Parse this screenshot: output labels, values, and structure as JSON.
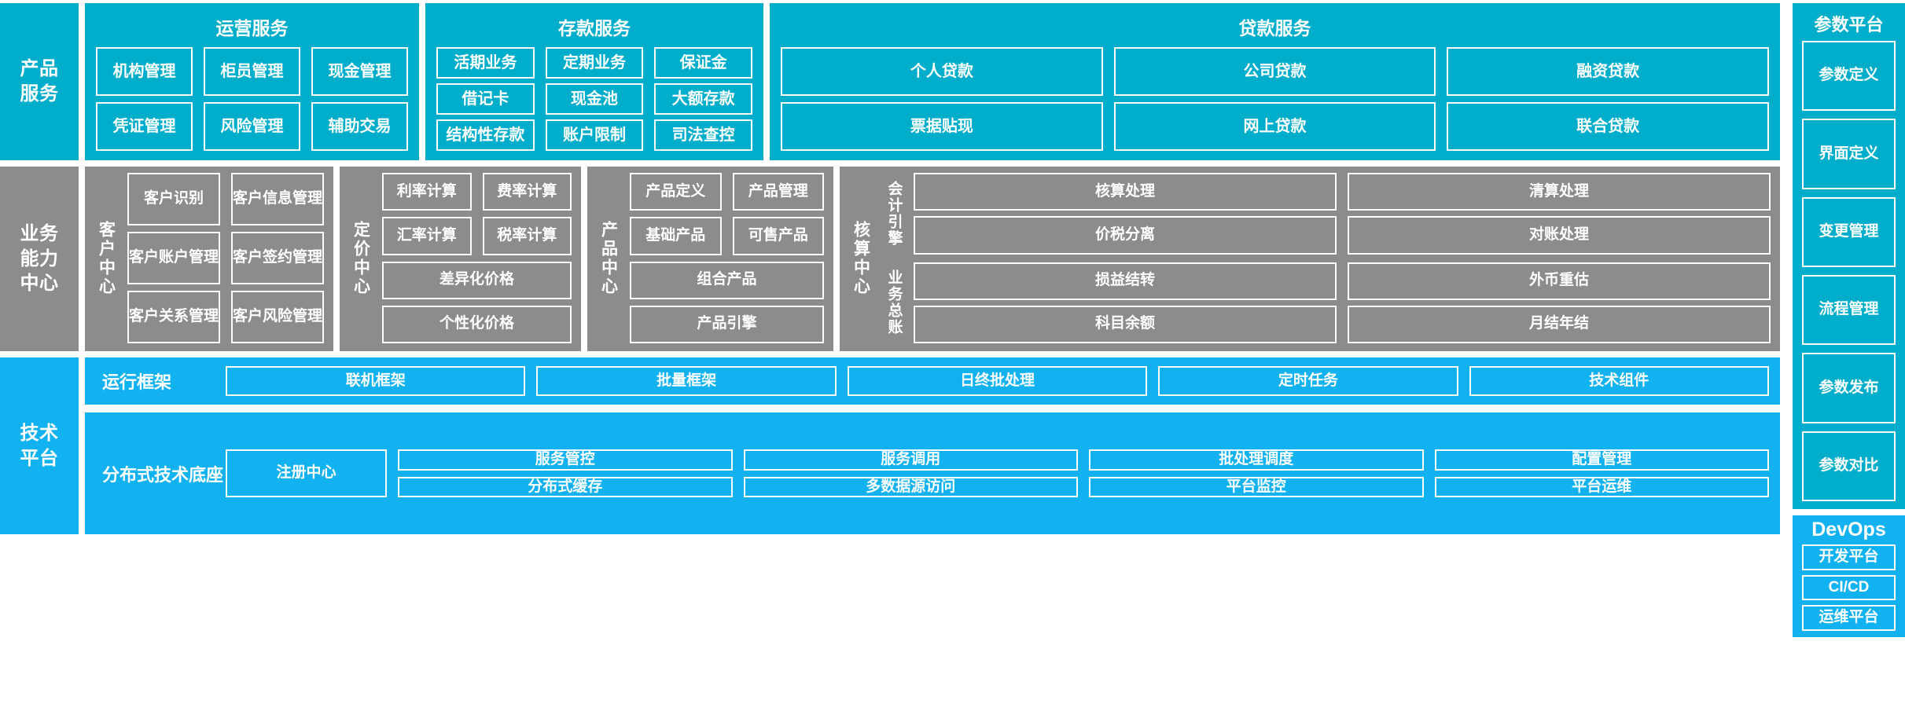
{
  "layers": {
    "product_services": "产品\n服务",
    "business_capability": "业务\n能力\n中心",
    "technical_platform": "技术\n平台"
  },
  "product_services": {
    "groups": [
      {
        "title": "运营服务",
        "tiles": [
          "机构管理",
          "柜员管理",
          "现金管理",
          "凭证管理",
          "风险管理",
          "辅助交易"
        ]
      },
      {
        "title": "存款服务",
        "tiles": [
          "活期业务",
          "定期业务",
          "保证金",
          "借记卡",
          "现金池",
          "大额存款",
          "结构性存款",
          "账户限制",
          "司法查控"
        ]
      },
      {
        "title": "贷款服务",
        "tiles": [
          "个人贷款",
          "公司贷款",
          "融资贷款",
          "票据贴现",
          "网上贷款",
          "联合贷款"
        ]
      }
    ]
  },
  "param_platform": {
    "title": "参数平台",
    "tiles": [
      "参数定义",
      "界面定义",
      "变更管理",
      "流程管理",
      "参数发布",
      "参数对比"
    ]
  },
  "devops": {
    "title": "DevOps",
    "tiles": [
      "开发平台",
      "CI/CD",
      "运维平台"
    ]
  },
  "business_capability": {
    "centers": [
      {
        "label": "客户中心",
        "tiles": [
          "客户识别",
          "客户信息管理",
          "客户账户管理",
          "客户签约管理",
          "客户关系管理",
          "客户风险管理"
        ]
      },
      {
        "label": "定价中心",
        "tiles": [
          "利率计算",
          "费率计算",
          "汇率计算",
          "税率计算"
        ],
        "wide_tiles": [
          "差异化价格",
          "个性化价格"
        ]
      },
      {
        "label": "产品中心",
        "tiles": [
          "产品定义",
          "产品管理",
          "基础产品",
          "可售产品"
        ],
        "wide_tiles": [
          "组合产品",
          "产品引擎"
        ]
      },
      {
        "label": "核算中心",
        "subgroups": [
          {
            "label": "会计引擎",
            "tiles": [
              "核算处理",
              "清算处理",
              "价税分离",
              "对账处理"
            ]
          },
          {
            "label": "业务总账",
            "tiles": [
              "损益结转",
              "外币重估",
              "科目余额",
              "月结年结"
            ]
          }
        ]
      }
    ]
  },
  "technical_platform": {
    "rows": [
      {
        "label": "运行框架",
        "tiles": [
          "联机框架",
          "批量框架",
          "日终批处理",
          "定时任务",
          "技术组件"
        ]
      },
      {
        "label": "分布式技术底座",
        "primary": "注册中心",
        "tiles": [
          "服务管控",
          "服务调用",
          "批处理调度",
          "配置管理",
          "分布式缓存",
          "多数据源访问",
          "平台监控",
          "平台运维"
        ]
      }
    ]
  },
  "colors": {
    "teal": "#00AECB",
    "gray": "#8c8c8c",
    "blue": "#12B2F0",
    "tile_border": "#ffffff",
    "text": "#ffffff"
  }
}
